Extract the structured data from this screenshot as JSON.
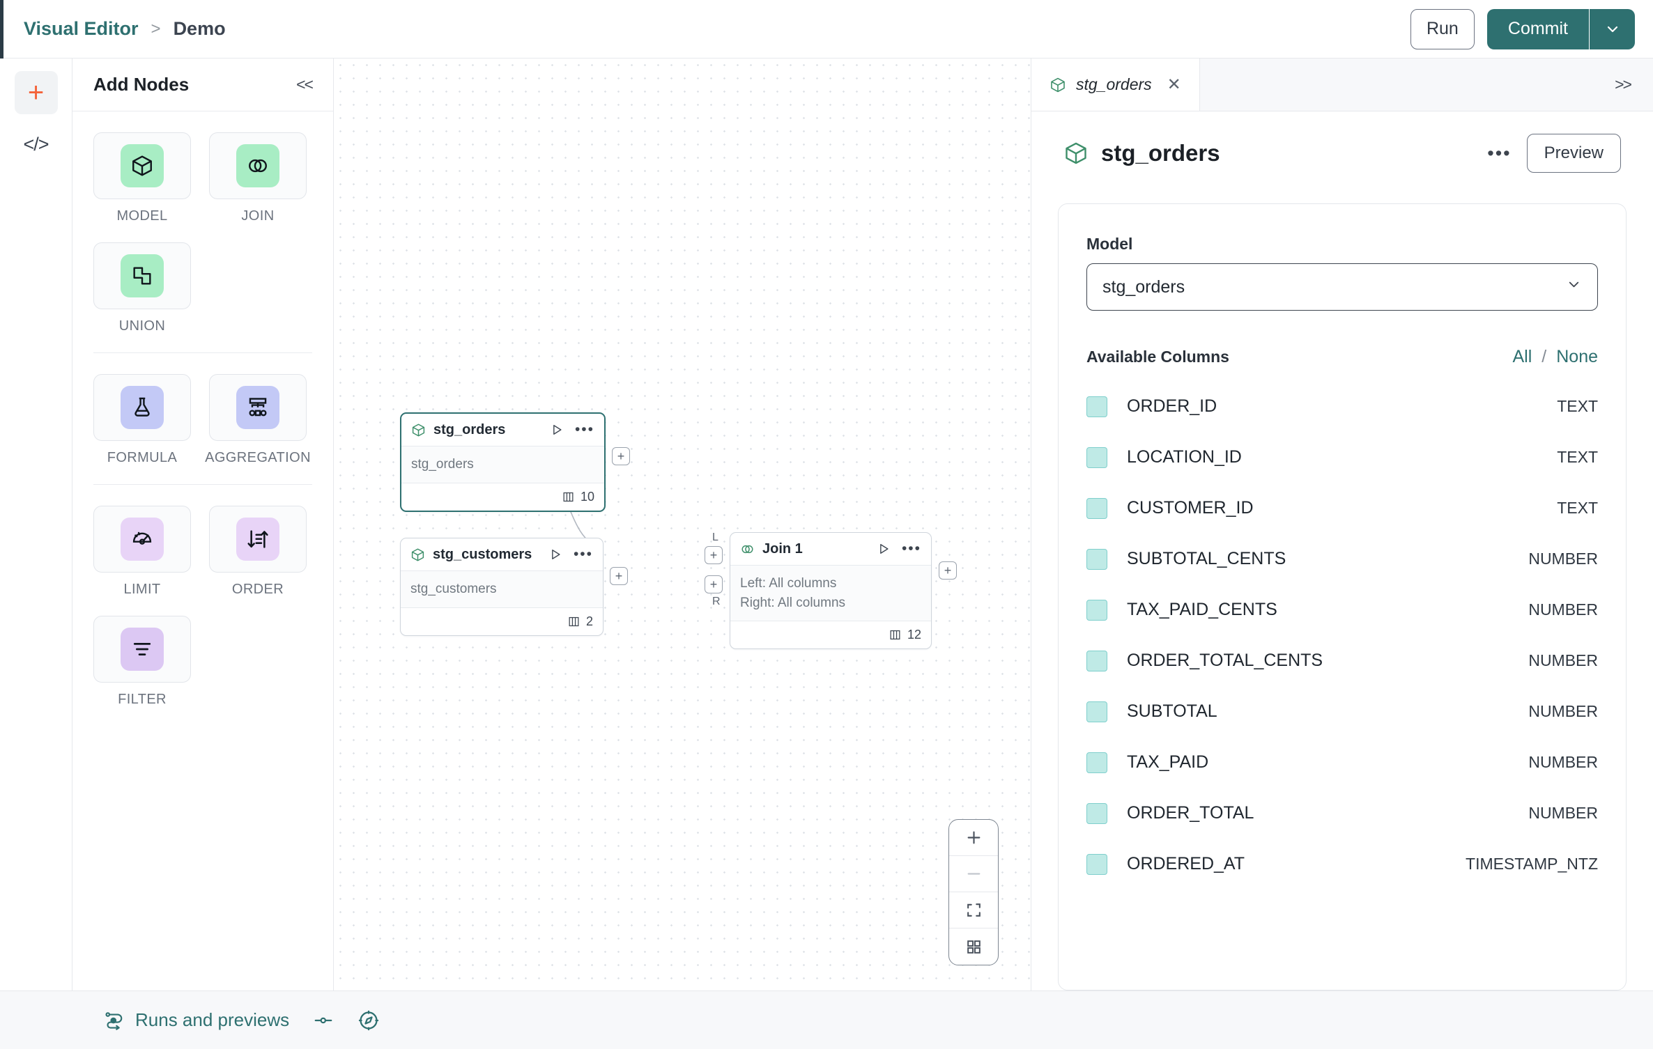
{
  "topbar": {
    "breadcrumb_root": "Visual Editor",
    "breadcrumb_sep": ">",
    "breadcrumb_leaf": "Demo",
    "run_label": "Run",
    "commit_label": "Commit"
  },
  "rail": {
    "add_icon": "plus-icon",
    "code_icon": "code-icon"
  },
  "palette": {
    "title": "Add Nodes",
    "collapse_label": "<<",
    "groups": [
      {
        "items": [
          {
            "label": "MODEL",
            "icon": "cube-icon",
            "chip": "chip-green"
          },
          {
            "label": "JOIN",
            "icon": "venn-icon",
            "chip": "chip-green"
          }
        ]
      },
      {
        "items": [
          {
            "label": "UNION",
            "icon": "union-icon",
            "chip": "chip-green"
          }
        ]
      },
      {
        "items": [
          {
            "label": "FORMULA",
            "icon": "flask-icon",
            "chip": "chip-blue"
          },
          {
            "label": "AGGREGATION",
            "icon": "hierarchy-icon",
            "chip": "chip-blue"
          }
        ]
      },
      {
        "items": [
          {
            "label": "LIMIT",
            "icon": "gauge-icon",
            "chip": "chip-lilac"
          },
          {
            "label": "ORDER",
            "icon": "sort-icon",
            "chip": "chip-lilac"
          }
        ]
      },
      {
        "items": [
          {
            "label": "FILTER",
            "icon": "filter-icon",
            "chip": "chip-violet"
          }
        ]
      }
    ]
  },
  "canvas": {
    "nodes": [
      {
        "title": "stg_orders",
        "body": "stg_orders",
        "columns": "10",
        "selected": true
      },
      {
        "title": "stg_customers",
        "body": "stg_customers",
        "columns": "2",
        "selected": false
      },
      {
        "title": "Join 1",
        "body_left": "Left: All columns",
        "body_right": "Right: All columns",
        "columns": "12",
        "selected": false
      }
    ],
    "join_handle_left": "L",
    "join_handle_right": "R",
    "handle_glyph": "+",
    "zoom_controls": [
      "zoom-in-icon",
      "zoom-out-icon",
      "fit-view-icon",
      "minimap-icon"
    ]
  },
  "inspector": {
    "tab_label": "stg_orders",
    "tab_close": "✕",
    "expand_label": ">>",
    "title": "stg_orders",
    "preview_label": "Preview",
    "menu_label": "•••",
    "model_field_label": "Model",
    "model_value": "stg_orders",
    "columns_title": "Available Columns",
    "select_all_label": "All",
    "select_separator": "/",
    "select_none_label": "None",
    "columns": [
      {
        "name": "ORDER_ID",
        "type": "TEXT"
      },
      {
        "name": "LOCATION_ID",
        "type": "TEXT"
      },
      {
        "name": "CUSTOMER_ID",
        "type": "TEXT"
      },
      {
        "name": "SUBTOTAL_CENTS",
        "type": "NUMBER"
      },
      {
        "name": "TAX_PAID_CENTS",
        "type": "NUMBER"
      },
      {
        "name": "ORDER_TOTAL_CENTS",
        "type": "NUMBER"
      },
      {
        "name": "SUBTOTAL",
        "type": "NUMBER"
      },
      {
        "name": "TAX_PAID",
        "type": "NUMBER"
      },
      {
        "name": "ORDER_TOTAL",
        "type": "NUMBER"
      },
      {
        "name": "ORDERED_AT",
        "type": "TIMESTAMP_NTZ"
      }
    ]
  },
  "bottombar": {
    "runs_label": "Runs and previews",
    "runs_icon": "flow-icon",
    "toggle_icon": "slider-icon",
    "compass_icon": "compass-icon"
  },
  "colors": {
    "brand_teal": "#2e7070",
    "accent_orange": "#f4633a",
    "chip_green": "#a8edc4",
    "chip_blue": "#c3c9f6",
    "chip_lilac": "#e8d4f7",
    "checkbox_teal": "#bfeae6"
  }
}
